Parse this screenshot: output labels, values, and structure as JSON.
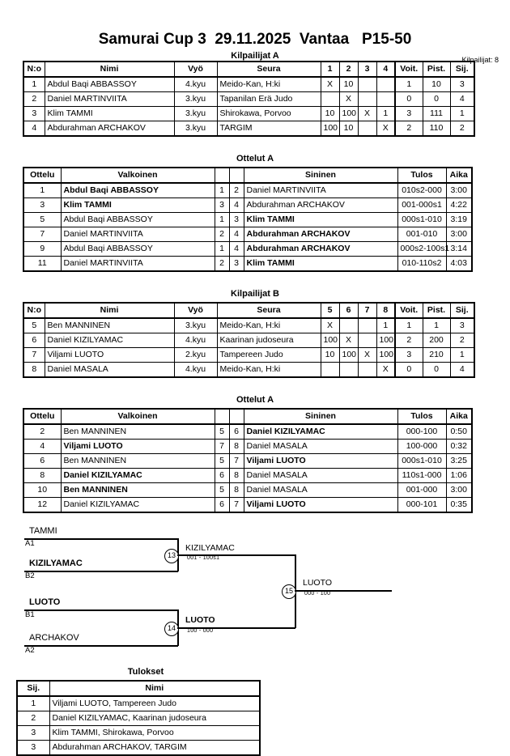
{
  "header": {
    "title": "Samurai Cup 3  29.11.2025  Vantaa   P15-50",
    "competitor_count_label": "Kilpailijat: 8"
  },
  "pool_a": {
    "caption": "Kilpailijat A",
    "columns": [
      "N:o",
      "Nimi",
      "Vyö",
      "Seura",
      "1",
      "2",
      "3",
      "4",
      "Voit.",
      "Pist.",
      "Sij."
    ],
    "rows": [
      {
        "no": "1",
        "nimi": "Abdul Baqi ABBASSOY",
        "vyo": "4.kyu",
        "seura": "Meido-Kan, H:ki",
        "m": [
          "X",
          "10",
          "",
          ""
        ],
        "voit": "1",
        "pist": "10",
        "sij": "3"
      },
      {
        "no": "2",
        "nimi": "Daniel MARTINVIITA",
        "vyo": "3.kyu",
        "seura": "Tapanilan Erä Judo",
        "m": [
          "",
          "X",
          "",
          ""
        ],
        "voit": "0",
        "pist": "0",
        "sij": "4"
      },
      {
        "no": "3",
        "nimi": "Klim TAMMI",
        "vyo": "3.kyu",
        "seura": "Shirokawa, Porvoo",
        "m": [
          "10",
          "100",
          "X",
          "1"
        ],
        "voit": "3",
        "pist": "111",
        "sij": "1"
      },
      {
        "no": "4",
        "nimi": "Abdurahman ARCHAKOV",
        "vyo": "3.kyu",
        "seura": "TARGIM",
        "m": [
          "100",
          "10",
          "",
          "X"
        ],
        "voit": "2",
        "pist": "110",
        "sij": "2"
      }
    ]
  },
  "matches_a": {
    "caption": "Ottelut A",
    "columns": [
      "Ottelu",
      "Valkoinen",
      "",
      "",
      "Sininen",
      "Tulos",
      "Aika"
    ],
    "rows": [
      {
        "ottelu": "1",
        "white": "Abdul Baqi ABBASSOY",
        "white_win": true,
        "wn": "1",
        "bn": "2",
        "blue": "Daniel MARTINVIITA",
        "blue_win": false,
        "tulos": "010s2-000",
        "aika": "3:00"
      },
      {
        "ottelu": "3",
        "white": "Klim TAMMI",
        "white_win": true,
        "wn": "3",
        "bn": "4",
        "blue": "Abdurahman ARCHAKOV",
        "blue_win": false,
        "tulos": "001-000s1",
        "aika": "4:22"
      },
      {
        "ottelu": "5",
        "white": "Abdul Baqi ABBASSOY",
        "white_win": false,
        "wn": "1",
        "bn": "3",
        "blue": "Klim TAMMI",
        "blue_win": true,
        "tulos": "000s1-010",
        "aika": "3:19"
      },
      {
        "ottelu": "7",
        "white": "Daniel MARTINVIITA",
        "white_win": false,
        "wn": "2",
        "bn": "4",
        "blue": "Abdurahman ARCHAKOV",
        "blue_win": true,
        "tulos": "001-010",
        "aika": "3:00"
      },
      {
        "ottelu": "9",
        "white": "Abdul Baqi ABBASSOY",
        "white_win": false,
        "wn": "1",
        "bn": "4",
        "blue": "Abdurahman ARCHAKOV",
        "blue_win": true,
        "tulos": "000s2-100s1",
        "aika": "3:14"
      },
      {
        "ottelu": "11",
        "white": "Daniel MARTINVIITA",
        "white_win": false,
        "wn": "2",
        "bn": "3",
        "blue": "Klim TAMMI",
        "blue_win": true,
        "tulos": "010-110s2",
        "aika": "4:03"
      }
    ]
  },
  "pool_b": {
    "caption": "Kilpailijat B",
    "columns": [
      "N:o",
      "Nimi",
      "Vyö",
      "Seura",
      "5",
      "6",
      "7",
      "8",
      "Voit.",
      "Pist.",
      "Sij."
    ],
    "rows": [
      {
        "no": "5",
        "nimi": "Ben MANNINEN",
        "vyo": "3.kyu",
        "seura": "Meido-Kan, H:ki",
        "m": [
          "X",
          "",
          "",
          "1"
        ],
        "voit": "1",
        "pist": "1",
        "sij": "3"
      },
      {
        "no": "6",
        "nimi": "Daniel KIZILYAMAC",
        "vyo": "4.kyu",
        "seura": "Kaarinan judoseura",
        "m": [
          "100",
          "X",
          "",
          "100"
        ],
        "voit": "2",
        "pist": "200",
        "sij": "2"
      },
      {
        "no": "7",
        "nimi": "Viljami LUOTO",
        "vyo": "2.kyu",
        "seura": "Tampereen Judo",
        "m": [
          "10",
          "100",
          "X",
          "100"
        ],
        "voit": "3",
        "pist": "210",
        "sij": "1"
      },
      {
        "no": "8",
        "nimi": "Daniel MASALA",
        "vyo": "4.kyu",
        "seura": "Meido-Kan, H:ki",
        "m": [
          "",
          "",
          "",
          "X"
        ],
        "voit": "0",
        "pist": "0",
        "sij": "4"
      }
    ]
  },
  "matches_b": {
    "caption": "Ottelut A",
    "columns": [
      "Ottelu",
      "Valkoinen",
      "",
      "",
      "Sininen",
      "Tulos",
      "Aika"
    ],
    "rows": [
      {
        "ottelu": "2",
        "white": "Ben MANNINEN",
        "white_win": false,
        "wn": "5",
        "bn": "6",
        "blue": "Daniel KIZILYAMAC",
        "blue_win": true,
        "tulos": "000-100",
        "aika": "0:50"
      },
      {
        "ottelu": "4",
        "white": "Viljami LUOTO",
        "white_win": true,
        "wn": "7",
        "bn": "8",
        "blue": "Daniel MASALA",
        "blue_win": false,
        "tulos": "100-000",
        "aika": "0:32"
      },
      {
        "ottelu": "6",
        "white": "Ben MANNINEN",
        "white_win": false,
        "wn": "5",
        "bn": "7",
        "blue": "Viljami LUOTO",
        "blue_win": true,
        "tulos": "000s1-010",
        "aika": "3:25"
      },
      {
        "ottelu": "8",
        "white": "Daniel KIZILYAMAC",
        "white_win": true,
        "wn": "6",
        "bn": "8",
        "blue": "Daniel MASALA",
        "blue_win": false,
        "tulos": "110s1-000",
        "aika": "1:06"
      },
      {
        "ottelu": "10",
        "white": "Ben MANNINEN",
        "white_win": true,
        "wn": "5",
        "bn": "8",
        "blue": "Daniel MASALA",
        "blue_win": false,
        "tulos": "001-000",
        "aika": "3:00"
      },
      {
        "ottelu": "12",
        "white": "Daniel KIZILYAMAC",
        "white_win": false,
        "wn": "6",
        "bn": "7",
        "blue": "Viljami LUOTO",
        "blue_win": true,
        "tulos": "000-101",
        "aika": "0:35"
      }
    ]
  },
  "bracket": {
    "entries": {
      "e1_name": "TAMMI",
      "e1_slot": "A1",
      "e2_name": "KIZILYAMAC",
      "e2_slot": "B2",
      "e3_name": "LUOTO",
      "e3_slot": "B1",
      "e4_name": "ARCHAKOV",
      "e4_slot": "A2"
    },
    "nodes": {
      "n13_number": "13",
      "n13_winner": "KIZILYAMAC",
      "n13_score": "001 - 100s1",
      "n14_number": "14",
      "n14_winner": "LUOTO",
      "n14_score": "100 - 000",
      "n15_number": "15",
      "n15_winner": "LUOTO",
      "n15_score": "000 - 100"
    }
  },
  "results": {
    "caption": "Tulokset",
    "columns": [
      "Sij.",
      "Nimi"
    ],
    "rows": [
      {
        "sij": "1",
        "nimi": "Viljami LUOTO, Tampereen Judo"
      },
      {
        "sij": "2",
        "nimi": "Daniel KIZILYAMAC, Kaarinan judoseura"
      },
      {
        "sij": "3",
        "nimi": "Klim TAMMI, Shirokawa, Porvoo"
      },
      {
        "sij": "3",
        "nimi": "Abdurahman ARCHAKOV, TARGIM"
      }
    ]
  }
}
